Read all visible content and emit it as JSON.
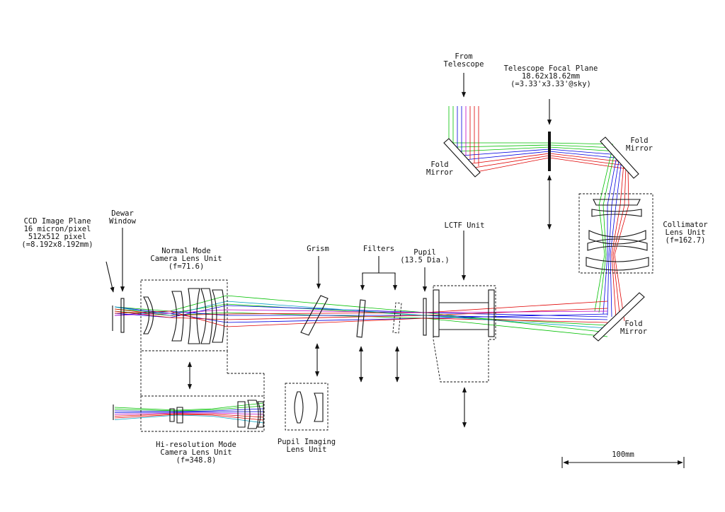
{
  "labels": {
    "ccd": "CCD Image Plane\n16 micron/pixel\n512x512 pixel\n(=8.192x8.192mm)",
    "dewar": "Dewar\nWindow",
    "normal_mode": "Normal Mode\nCamera Lens Unit\n(f=71.6)",
    "grism": "Grism",
    "filters": "Filters",
    "pupil": "Pupil\n(13.5 Dia.)",
    "lctf": "LCTF Unit",
    "from_telescope": "From\nTelescope",
    "focal_plane": "Telescope Focal Plane\n18.62x18.62mm\n(=3.33'x3.33'@sky)",
    "fold_mirror_left": "Fold\nMirror",
    "fold_mirror_top_right": "Fold\nMirror",
    "fold_mirror_bottom_right": "Fold\nMirror",
    "collimator": "Collimator\nLens Unit\n(f=162.7)",
    "hires_mode": "Hi-resolution Mode\nCamera Lens Unit\n(f=348.8)",
    "pupil_imaging": "Pupil Imaging\nLens Unit",
    "scale_bar": "100mm"
  },
  "ray_colors": {
    "green": "#00c000",
    "blue": "#0000e0",
    "red": "#e00000",
    "magenta": "#c000c0",
    "cyan": "#00a0c0"
  }
}
